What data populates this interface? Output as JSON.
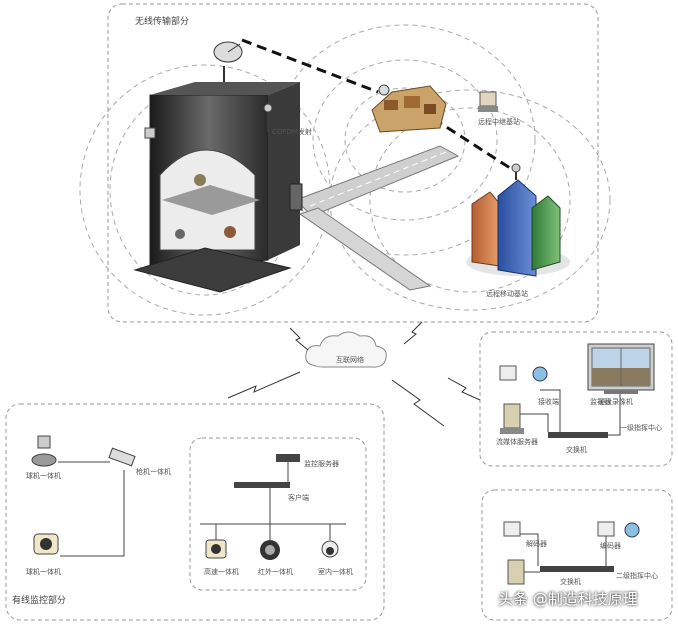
{
  "sections": {
    "wireless": "无线传输部分",
    "wired": "有线监控部分"
  },
  "labels": {
    "cloud": "互联网络",
    "cofdm": "COFDM发射",
    "relay": "远程中继基站",
    "station": "远程移动基站",
    "receive": "接收端",
    "hq_center": "一级指挥中心",
    "dvr_top": "硬盘录像机",
    "server": "流媒体服务器",
    "switch1": "交换机",
    "center2": "二级指挥中心",
    "decoder": "解码器",
    "encoder": "编码器",
    "switch2": "交换机",
    "cam_a": "球机一体机",
    "cam_b": "枪机一体机",
    "cam_c": "球机一体机",
    "dome1": "高速一体机",
    "dome2": "红外一体机",
    "dome3": "室内一体机",
    "server2": "监控服务器",
    "user2": "客户端",
    "mon2": "监视器"
  },
  "watermark": "头条 @制造科技原理"
}
